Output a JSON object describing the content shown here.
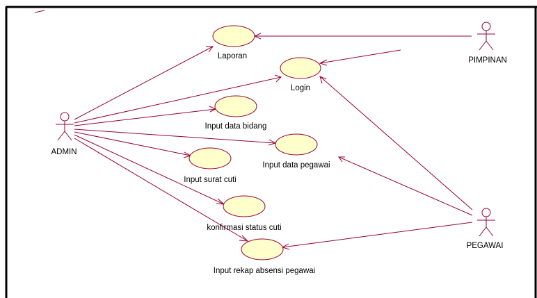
{
  "actors": [
    {
      "id": "admin",
      "label": "ADMIN"
    },
    {
      "id": "pimpinan",
      "label": "PIMPINAN"
    },
    {
      "id": "pegawai",
      "label": "PEGAWAI"
    }
  ],
  "use_cases": [
    {
      "id": "laporan",
      "label": "Laporan"
    },
    {
      "id": "login",
      "label": "Login"
    },
    {
      "id": "input-data-bidang",
      "label": "Input data bidang"
    },
    {
      "id": "input-data-pegawai",
      "label": "Input data pegawai"
    },
    {
      "id": "input-surat-cuti",
      "label": "Input surat cuti"
    },
    {
      "id": "konfirmasi-status-cuti",
      "label": "konfirmasi status cuti"
    },
    {
      "id": "input-rekap-absensi-pegawai",
      "label": "Input rekap absensi pegawai"
    }
  ],
  "colors": {
    "line": "#990033",
    "use_case_fill": "#ffffcc",
    "frame": "#000000"
  }
}
